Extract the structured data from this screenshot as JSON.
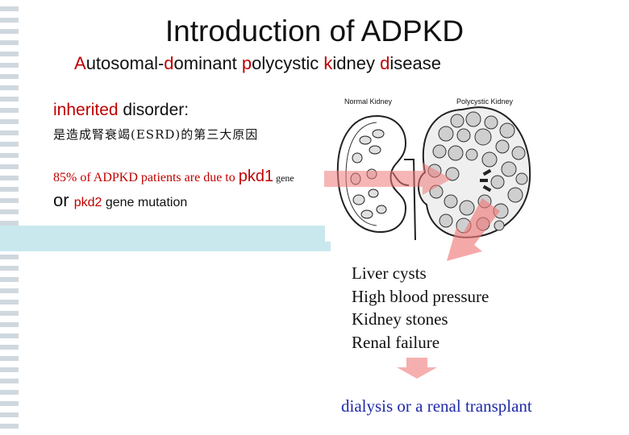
{
  "slide": {
    "title": "Introduction of ADPKD",
    "subtitle": {
      "A": "A",
      "utosomal": "utosomal-",
      "d": "d",
      "ominant": "ominant ",
      "p": "p",
      "olycystic": "olycystic ",
      "k": "k",
      "idney": "idney ",
      "d2": "d",
      "isease": "isease"
    },
    "inherited": {
      "highlight": "inherited",
      "rest": " disorder:"
    },
    "chinese_line": "是造成腎衰竭(ESRD)的第三大原因",
    "pct_line": {
      "text": "85% of ADPKD patients are due to ",
      "gene": "pkd1",
      "cut": " gene"
    },
    "or_line": {
      "or": "or ",
      "gene": "pkd2",
      "rest": " gene mutation"
    },
    "kidney_figure": {
      "left_label": "Normal Kidney",
      "right_label": "Polycystic Kidney"
    },
    "symptoms": [
      "Liver cysts",
      "High blood pressure",
      "Kidney stones",
      "Renal failure"
    ],
    "outcome": "dialysis or a renal transplant"
  }
}
